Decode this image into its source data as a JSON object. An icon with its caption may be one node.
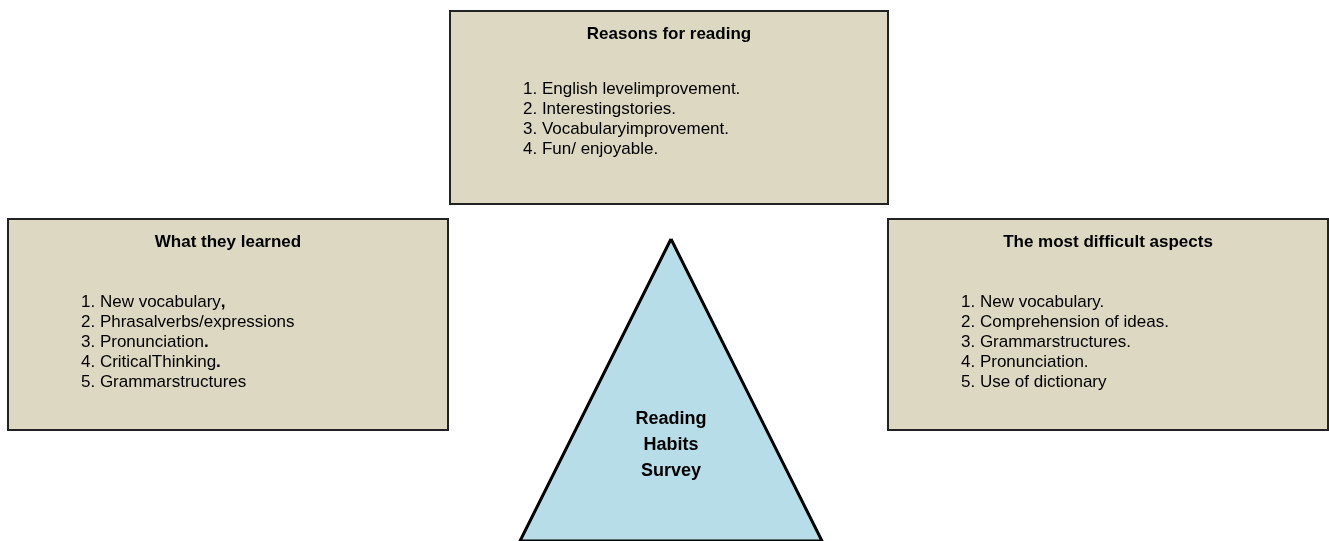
{
  "diagram": {
    "nodes": [
      {
        "text": [
          "Reasons for reading",
          "1. English levelimprovement.",
          "2. Interestingstories.",
          "3. Vocabularyimprovement.",
          "4. Fun/ enjoyable."
        ]
      },
      {
        "text": [
          "What they learned",
          "1. New vocabulary**,**",
          "2. Phrasalverbs/expressions",
          "3. Pronunciation**.**",
          "4. CriticalThinking**.**",
          "5. Grammarstructures"
        ]
      },
      {
        "text": [
          "The most difficult aspects",
          "1. New vocabulary.",
          "2. Comprehension of ideas.",
          "3. Grammarstructures.",
          "4. Pronunciation.",
          "5. Use of dictionary"
        ]
      },
      {
        "text": [
          "Reading Habits Survey"
        ]
      }
    ]
  }
}
